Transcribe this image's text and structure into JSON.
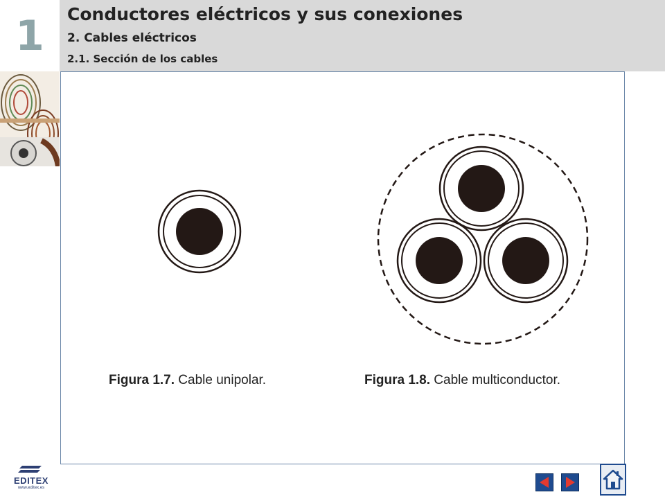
{
  "header": {
    "chapter_number": "1",
    "title": "Conductores eléctricos y sus conexiones",
    "subtitle": "2. Cables eléctricos",
    "section": "2.1.  Sección de los cables"
  },
  "figures": [
    {
      "label": "Figura 1.7.",
      "text": " Cable unipolar."
    },
    {
      "label": "Figura 1.8.",
      "text": " Cable multiconductor."
    }
  ],
  "footer": {
    "logo_text": "EDITEX",
    "logo_url": "www.editex.es"
  },
  "navigation": {
    "prev_icon": "triangle-left-icon",
    "next_icon": "triangle-right-icon",
    "home_icon": "house-icon"
  },
  "colors": {
    "header_band": "#d9d9d9",
    "chapter_number": "#8ea5a8",
    "frame_border": "#6a86a8",
    "conductor": "#231815",
    "nav_button": "#1f4b8f"
  }
}
